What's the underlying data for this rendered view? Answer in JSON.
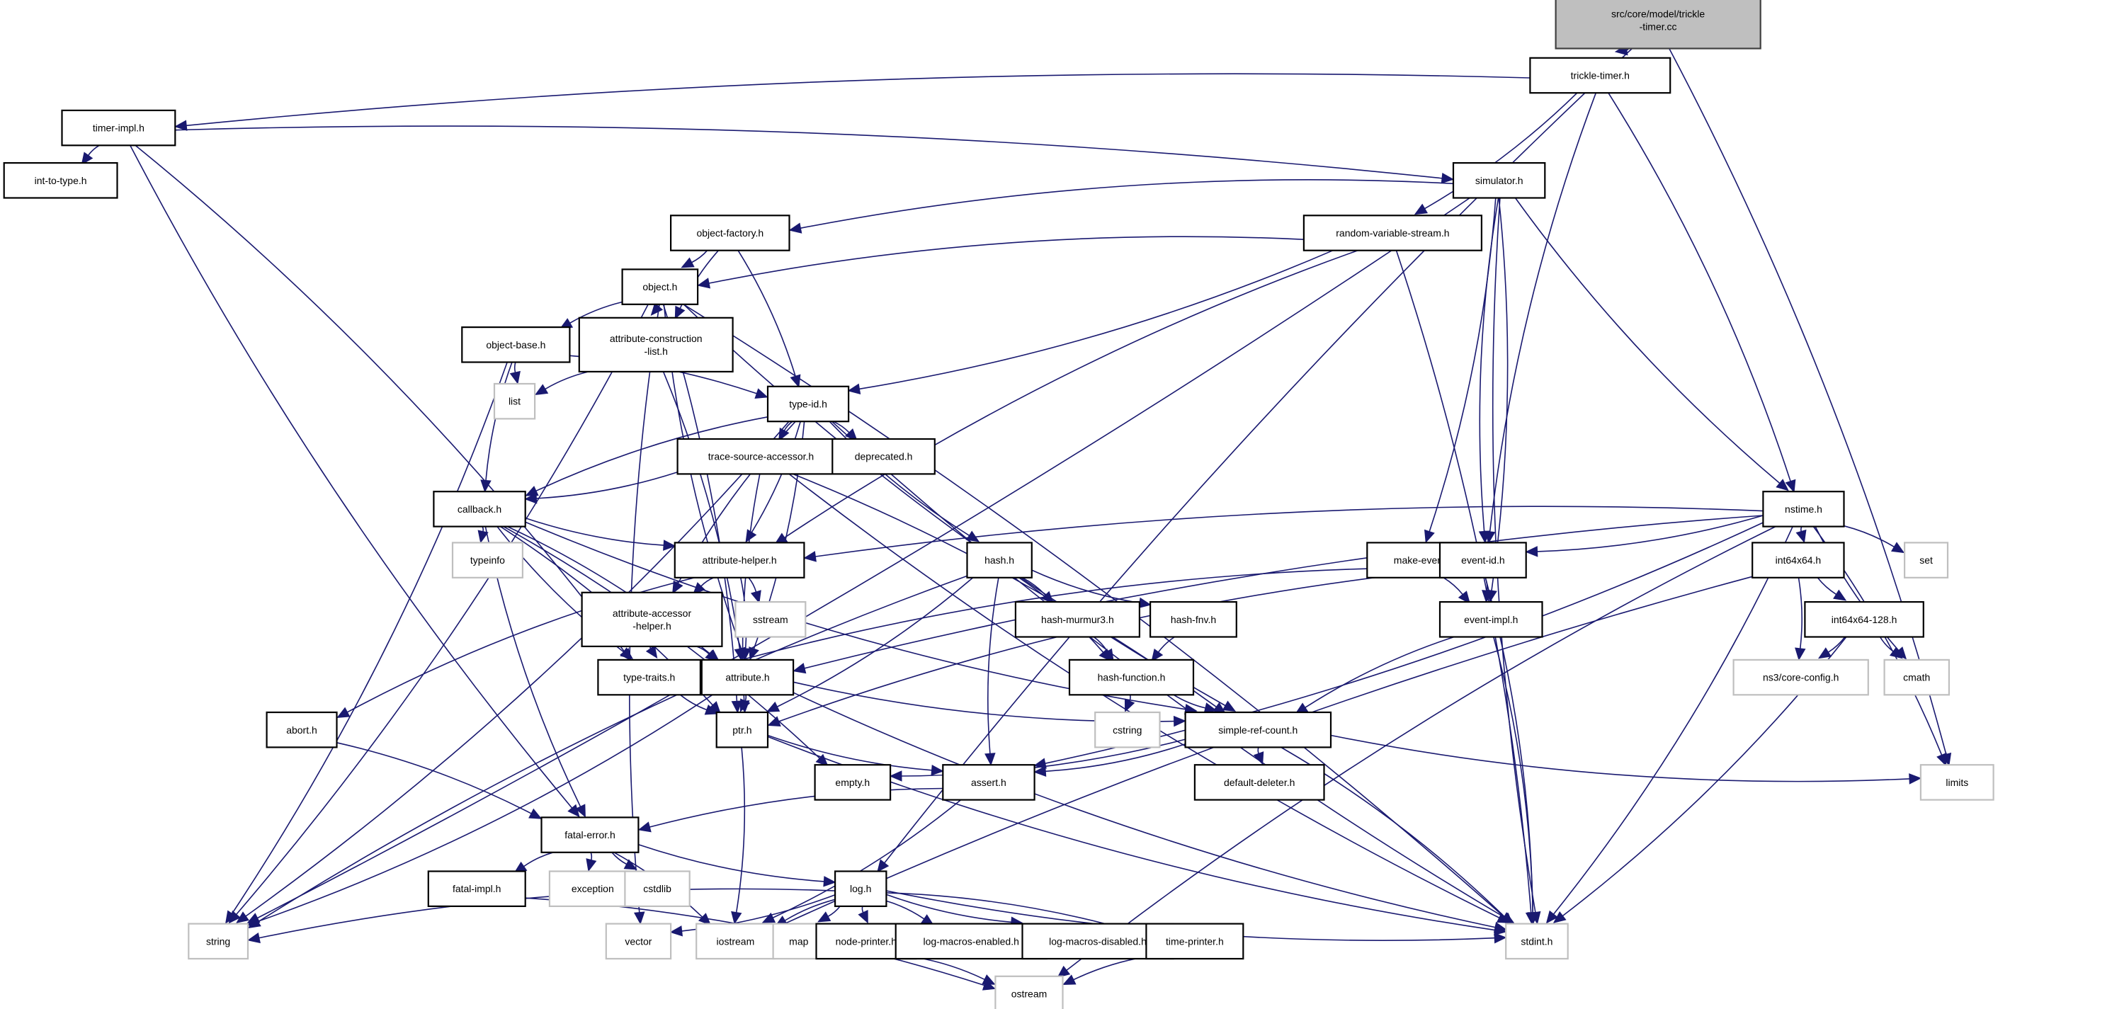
{
  "diagram": {
    "title": "src/core/model/trickle-timer.cc include dependency graph",
    "colors": {
      "edge": "#191970",
      "root_fill": "#bfbfbf",
      "root_border": "#404040",
      "node_fill": "#ffffff",
      "node_border": "#000000",
      "external_border": "#bfbfbf"
    },
    "nodes": [
      {
        "id": "root",
        "label": [
          "src/core/model/trickle",
          "-timer.cc"
        ],
        "kind": "root"
      },
      {
        "id": "trickle-timer.h",
        "label": [
          "trickle-timer.h"
        ],
        "kind": "internal"
      },
      {
        "id": "timer-impl.h",
        "label": [
          "timer-impl.h"
        ],
        "kind": "internal"
      },
      {
        "id": "int-to-type.h",
        "label": [
          "int-to-type.h"
        ],
        "kind": "internal"
      },
      {
        "id": "simulator.h",
        "label": [
          "simulator.h"
        ],
        "kind": "internal"
      },
      {
        "id": "object-factory.h",
        "label": [
          "object-factory.h"
        ],
        "kind": "internal"
      },
      {
        "id": "random-variable-stream.h",
        "label": [
          "random-variable-stream.h"
        ],
        "kind": "internal"
      },
      {
        "id": "object.h",
        "label": [
          "object.h"
        ],
        "kind": "internal"
      },
      {
        "id": "object-base.h",
        "label": [
          "object-base.h"
        ],
        "kind": "internal"
      },
      {
        "id": "attribute-construction-list.h",
        "label": [
          "attribute-construction",
          "-list.h"
        ],
        "kind": "internal"
      },
      {
        "id": "list",
        "label": [
          "list"
        ],
        "kind": "external"
      },
      {
        "id": "type-id.h",
        "label": [
          "type-id.h"
        ],
        "kind": "internal"
      },
      {
        "id": "trace-source-accessor.h",
        "label": [
          "trace-source-accessor.h"
        ],
        "kind": "internal"
      },
      {
        "id": "deprecated.h",
        "label": [
          "deprecated.h"
        ],
        "kind": "internal"
      },
      {
        "id": "callback.h",
        "label": [
          "callback.h"
        ],
        "kind": "internal"
      },
      {
        "id": "typeinfo",
        "label": [
          "typeinfo"
        ],
        "kind": "external"
      },
      {
        "id": "attribute-helper.h",
        "label": [
          "attribute-helper.h"
        ],
        "kind": "internal"
      },
      {
        "id": "sstream",
        "label": [
          "sstream"
        ],
        "kind": "external"
      },
      {
        "id": "attribute-accessor-helper.h",
        "label": [
          "attribute-accessor",
          "-helper.h"
        ],
        "kind": "internal"
      },
      {
        "id": "hash.h",
        "label": [
          "hash.h"
        ],
        "kind": "internal"
      },
      {
        "id": "hash-murmur3.h",
        "label": [
          "hash-murmur3.h"
        ],
        "kind": "internal"
      },
      {
        "id": "hash-fnv.h",
        "label": [
          "hash-fnv.h"
        ],
        "kind": "internal"
      },
      {
        "id": "hash-function.h",
        "label": [
          "hash-function.h"
        ],
        "kind": "internal"
      },
      {
        "id": "cstring",
        "label": [
          "cstring"
        ],
        "kind": "external"
      },
      {
        "id": "make-event.h",
        "label": [
          "make-event.h"
        ],
        "kind": "internal"
      },
      {
        "id": "event-id.h",
        "label": [
          "event-id.h"
        ],
        "kind": "internal"
      },
      {
        "id": "event-impl.h",
        "label": [
          "event-impl.h"
        ],
        "kind": "internal"
      },
      {
        "id": "nstime.h",
        "label": [
          "nstime.h"
        ],
        "kind": "internal"
      },
      {
        "id": "int64x64.h",
        "label": [
          "int64x64.h"
        ],
        "kind": "internal"
      },
      {
        "id": "int64x64-128.h",
        "label": [
          "int64x64-128.h"
        ],
        "kind": "internal"
      },
      {
        "id": "ns3/core-config.h",
        "label": [
          "ns3/core-config.h"
        ],
        "kind": "external"
      },
      {
        "id": "cmath",
        "label": [
          "cmath"
        ],
        "kind": "external"
      },
      {
        "id": "set",
        "label": [
          "set"
        ],
        "kind": "external"
      },
      {
        "id": "type-traits.h",
        "label": [
          "type-traits.h"
        ],
        "kind": "internal"
      },
      {
        "id": "attribute.h",
        "label": [
          "attribute.h"
        ],
        "kind": "internal"
      },
      {
        "id": "abort.h",
        "label": [
          "abort.h"
        ],
        "kind": "internal"
      },
      {
        "id": "ptr.h",
        "label": [
          "ptr.h"
        ],
        "kind": "internal"
      },
      {
        "id": "simple-ref-count.h",
        "label": [
          "simple-ref-count.h"
        ],
        "kind": "internal"
      },
      {
        "id": "empty.h",
        "label": [
          "empty.h"
        ],
        "kind": "internal"
      },
      {
        "id": "assert.h",
        "label": [
          "assert.h"
        ],
        "kind": "internal"
      },
      {
        "id": "default-deleter.h",
        "label": [
          "default-deleter.h"
        ],
        "kind": "internal"
      },
      {
        "id": "limits",
        "label": [
          "limits"
        ],
        "kind": "external"
      },
      {
        "id": "fatal-error.h",
        "label": [
          "fatal-error.h"
        ],
        "kind": "internal"
      },
      {
        "id": "fatal-impl.h",
        "label": [
          "fatal-impl.h"
        ],
        "kind": "internal"
      },
      {
        "id": "exception",
        "label": [
          "exception"
        ],
        "kind": "external"
      },
      {
        "id": "cstdlib",
        "label": [
          "cstdlib"
        ],
        "kind": "external"
      },
      {
        "id": "log.h",
        "label": [
          "log.h"
        ],
        "kind": "internal"
      },
      {
        "id": "string",
        "label": [
          "string"
        ],
        "kind": "external"
      },
      {
        "id": "vector",
        "label": [
          "vector"
        ],
        "kind": "external"
      },
      {
        "id": "iostream",
        "label": [
          "iostream"
        ],
        "kind": "external"
      },
      {
        "id": "map",
        "label": [
          "map"
        ],
        "kind": "external"
      },
      {
        "id": "node-printer.h",
        "label": [
          "node-printer.h"
        ],
        "kind": "internal"
      },
      {
        "id": "log-macros-enabled.h",
        "label": [
          "log-macros-enabled.h"
        ],
        "kind": "internal"
      },
      {
        "id": "log-macros-disabled.h",
        "label": [
          "log-macros-disabled.h"
        ],
        "kind": "internal"
      },
      {
        "id": "time-printer.h",
        "label": [
          "time-printer.h"
        ],
        "kind": "internal"
      },
      {
        "id": "stdint.h",
        "label": [
          "stdint.h"
        ],
        "kind": "external"
      },
      {
        "id": "ostream",
        "label": [
          "ostream"
        ],
        "kind": "external"
      }
    ],
    "edges": [
      [
        "root",
        "trickle-timer.h"
      ],
      [
        "root",
        "log.h"
      ],
      [
        "root",
        "limits"
      ],
      [
        "trickle-timer.h",
        "timer-impl.h"
      ],
      [
        "trickle-timer.h",
        "random-variable-stream.h"
      ],
      [
        "trickle-timer.h",
        "event-id.h"
      ],
      [
        "trickle-timer.h",
        "nstime.h"
      ],
      [
        "timer-impl.h",
        "int-to-type.h"
      ],
      [
        "timer-impl.h",
        "simulator.h"
      ],
      [
        "timer-impl.h",
        "fatal-error.h"
      ],
      [
        "timer-impl.h",
        "type-traits.h"
      ],
      [
        "simulator.h",
        "object-factory.h"
      ],
      [
        "simulator.h",
        "make-event.h"
      ],
      [
        "simulator.h",
        "event-id.h"
      ],
      [
        "simulator.h",
        "event-impl.h"
      ],
      [
        "simulator.h",
        "nstime.h"
      ],
      [
        "simulator.h",
        "string"
      ],
      [
        "simulator.h",
        "stdint.h"
      ],
      [
        "object-factory.h",
        "object.h"
      ],
      [
        "object-factory.h",
        "attribute-construction-list.h"
      ],
      [
        "object-factory.h",
        "type-id.h"
      ],
      [
        "random-variable-stream.h",
        "object.h"
      ],
      [
        "random-variable-stream.h",
        "type-id.h"
      ],
      [
        "random-variable-stream.h",
        "attribute-helper.h"
      ],
      [
        "random-variable-stream.h",
        "stdint.h"
      ],
      [
        "object.h",
        "object-base.h"
      ],
      [
        "object.h",
        "attribute-construction-list.h"
      ],
      [
        "object.h",
        "attribute.h"
      ],
      [
        "object.h",
        "ptr.h"
      ],
      [
        "object.h",
        "simple-ref-count.h"
      ],
      [
        "object.h",
        "string"
      ],
      [
        "object.h",
        "vector"
      ],
      [
        "object.h",
        "stdint.h"
      ],
      [
        "object-base.h",
        "list"
      ],
      [
        "object-base.h",
        "type-id.h"
      ],
      [
        "object-base.h",
        "callback.h"
      ],
      [
        "object-base.h",
        "string"
      ],
      [
        "attribute-construction-list.h",
        "list"
      ],
      [
        "attribute-construction-list.h",
        "attribute.h"
      ],
      [
        "type-id.h",
        "trace-source-accessor.h"
      ],
      [
        "type-id.h",
        "deprecated.h"
      ],
      [
        "type-id.h",
        "callback.h"
      ],
      [
        "type-id.h",
        "attribute-helper.h"
      ],
      [
        "type-id.h",
        "attribute-accessor-helper.h"
      ],
      [
        "type-id.h",
        "attribute.h"
      ],
      [
        "type-id.h",
        "hash.h"
      ],
      [
        "type-id.h",
        "string"
      ],
      [
        "type-id.h",
        "stdint.h"
      ],
      [
        "trace-source-accessor.h",
        "callback.h"
      ],
      [
        "trace-source-accessor.h",
        "ptr.h"
      ],
      [
        "trace-source-accessor.h",
        "simple-ref-count.h"
      ],
      [
        "trace-source-accessor.h",
        "stdint.h"
      ],
      [
        "callback.h",
        "typeinfo"
      ],
      [
        "callback.h",
        "attribute-helper.h"
      ],
      [
        "callback.h",
        "attribute.h"
      ],
      [
        "callback.h",
        "type-traits.h"
      ],
      [
        "callback.h",
        "ptr.h"
      ],
      [
        "callback.h",
        "simple-ref-count.h"
      ],
      [
        "callback.h",
        "empty.h"
      ],
      [
        "callback.h",
        "fatal-error.h"
      ],
      [
        "attribute-helper.h",
        "sstream"
      ],
      [
        "attribute-helper.h",
        "attribute-accessor-helper.h"
      ],
      [
        "attribute-helper.h",
        "attribute.h"
      ],
      [
        "attribute-helper.h",
        "abort.h"
      ],
      [
        "attribute-accessor-helper.h",
        "attribute.h"
      ],
      [
        "attribute-accessor-helper.h",
        "type-traits.h"
      ],
      [
        "hash.h",
        "hash-murmur3.h"
      ],
      [
        "hash.h",
        "hash-fnv.h"
      ],
      [
        "hash.h",
        "hash-function.h"
      ],
      [
        "hash.h",
        "assert.h"
      ],
      [
        "hash.h",
        "ptr.h"
      ],
      [
        "hash.h",
        "string"
      ],
      [
        "hash-murmur3.h",
        "hash-function.h"
      ],
      [
        "hash-fnv.h",
        "hash-function.h"
      ],
      [
        "hash-function.h",
        "cstring"
      ],
      [
        "hash-function.h",
        "simple-ref-count.h"
      ],
      [
        "make-event.h",
        "event-impl.h"
      ],
      [
        "make-event.h",
        "type-traits.h"
      ],
      [
        "event-id.h",
        "event-impl.h"
      ],
      [
        "event-id.h",
        "ptr.h"
      ],
      [
        "event-id.h",
        "stdint.h"
      ],
      [
        "event-impl.h",
        "simple-ref-count.h"
      ],
      [
        "event-impl.h",
        "stdint.h"
      ],
      [
        "nstime.h",
        "attribute-helper.h"
      ],
      [
        "nstime.h",
        "event-id.h"
      ],
      [
        "nstime.h",
        "attribute.h"
      ],
      [
        "nstime.h",
        "assert.h"
      ],
      [
        "nstime.h",
        "int64x64.h"
      ],
      [
        "nstime.h",
        "set"
      ],
      [
        "nstime.h",
        "cmath"
      ],
      [
        "nstime.h",
        "limits"
      ],
      [
        "nstime.h",
        "ostream"
      ],
      [
        "nstime.h",
        "stdint.h"
      ],
      [
        "int64x64.h",
        "int64x64-128.h"
      ],
      [
        "int64x64.h",
        "ns3/core-config.h"
      ],
      [
        "int64x64.h",
        "iostream"
      ],
      [
        "int64x64-128.h",
        "ns3/core-config.h"
      ],
      [
        "int64x64-128.h",
        "cmath"
      ],
      [
        "int64x64-128.h",
        "stdint.h"
      ],
      [
        "type-traits.h",
        "ptr.h"
      ],
      [
        "attribute.h",
        "ptr.h"
      ],
      [
        "attribute.h",
        "simple-ref-count.h"
      ],
      [
        "attribute.h",
        "string"
      ],
      [
        "attribute.h",
        "stdint.h"
      ],
      [
        "abort.h",
        "fatal-error.h"
      ],
      [
        "ptr.h",
        "assert.h"
      ],
      [
        "ptr.h",
        "iostream"
      ],
      [
        "ptr.h",
        "stdint.h"
      ],
      [
        "simple-ref-count.h",
        "assert.h"
      ],
      [
        "simple-ref-count.h",
        "default-deleter.h"
      ],
      [
        "simple-ref-count.h",
        "empty.h"
      ],
      [
        "simple-ref-count.h",
        "limits"
      ],
      [
        "simple-ref-count.h",
        "stdint.h"
      ],
      [
        "assert.h",
        "fatal-error.h"
      ],
      [
        "assert.h",
        "iostream"
      ],
      [
        "fatal-error.h",
        "fatal-impl.h"
      ],
      [
        "fatal-error.h",
        "exception"
      ],
      [
        "fatal-error.h",
        "cstdlib"
      ],
      [
        "fatal-error.h",
        "iostream"
      ],
      [
        "fatal-error.h",
        "log.h"
      ],
      [
        "fatal-impl.h",
        "ostream"
      ],
      [
        "log.h",
        "string"
      ],
      [
        "log.h",
        "vector"
      ],
      [
        "log.h",
        "iostream"
      ],
      [
        "log.h",
        "map"
      ],
      [
        "log.h",
        "node-printer.h"
      ],
      [
        "log.h",
        "log-macros-enabled.h"
      ],
      [
        "log.h",
        "log-macros-disabled.h"
      ],
      [
        "log.h",
        "time-printer.h"
      ],
      [
        "log.h",
        "stdint.h"
      ],
      [
        "node-printer.h",
        "ostream"
      ],
      [
        "time-printer.h",
        "ostream"
      ]
    ]
  }
}
